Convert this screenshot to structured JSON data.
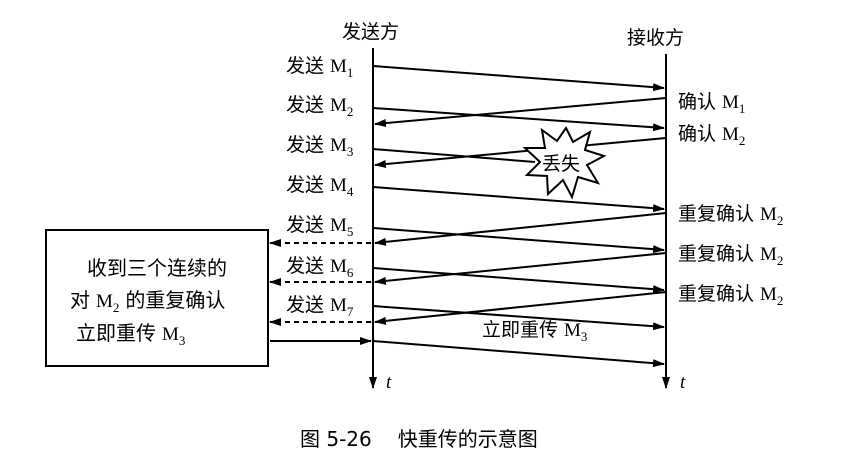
{
  "headers": {
    "sender": "发送方",
    "receiver": "接收方"
  },
  "time_label": "t",
  "send_messages": [
    {
      "label": "发送",
      "msg": "M",
      "sub": "1"
    },
    {
      "label": "发送",
      "msg": "M",
      "sub": "2"
    },
    {
      "label": "发送",
      "msg": "M",
      "sub": "3"
    },
    {
      "label": "发送",
      "msg": "M",
      "sub": "4"
    },
    {
      "label": "发送",
      "msg": "M",
      "sub": "5"
    },
    {
      "label": "发送",
      "msg": "M",
      "sub": "6"
    },
    {
      "label": "发送",
      "msg": "M",
      "sub": "7"
    }
  ],
  "ack_messages": [
    {
      "label": "确认",
      "msg": "M",
      "sub": "1"
    },
    {
      "label": "确认",
      "msg": "M",
      "sub": "2"
    },
    {
      "label": "重复确认",
      "msg": "M",
      "sub": "2"
    },
    {
      "label": "重复确认",
      "msg": "M",
      "sub": "2"
    },
    {
      "label": "重复确认",
      "msg": "M",
      "sub": "2"
    }
  ],
  "lost_label": "丢失",
  "retransmit": {
    "label": "立即重传",
    "msg": "M",
    "sub": "3"
  },
  "note_box": {
    "line1": "收到三个连续的",
    "line2_prefix": "对",
    "line2_msg": "M",
    "line2_sub": "2",
    "line2_suffix": "的重复确认",
    "line3_prefix": "立即重传",
    "line3_msg": "M",
    "line3_sub": "3"
  },
  "caption": {
    "figure": "图 5-26",
    "title": "快重传的示意图"
  }
}
